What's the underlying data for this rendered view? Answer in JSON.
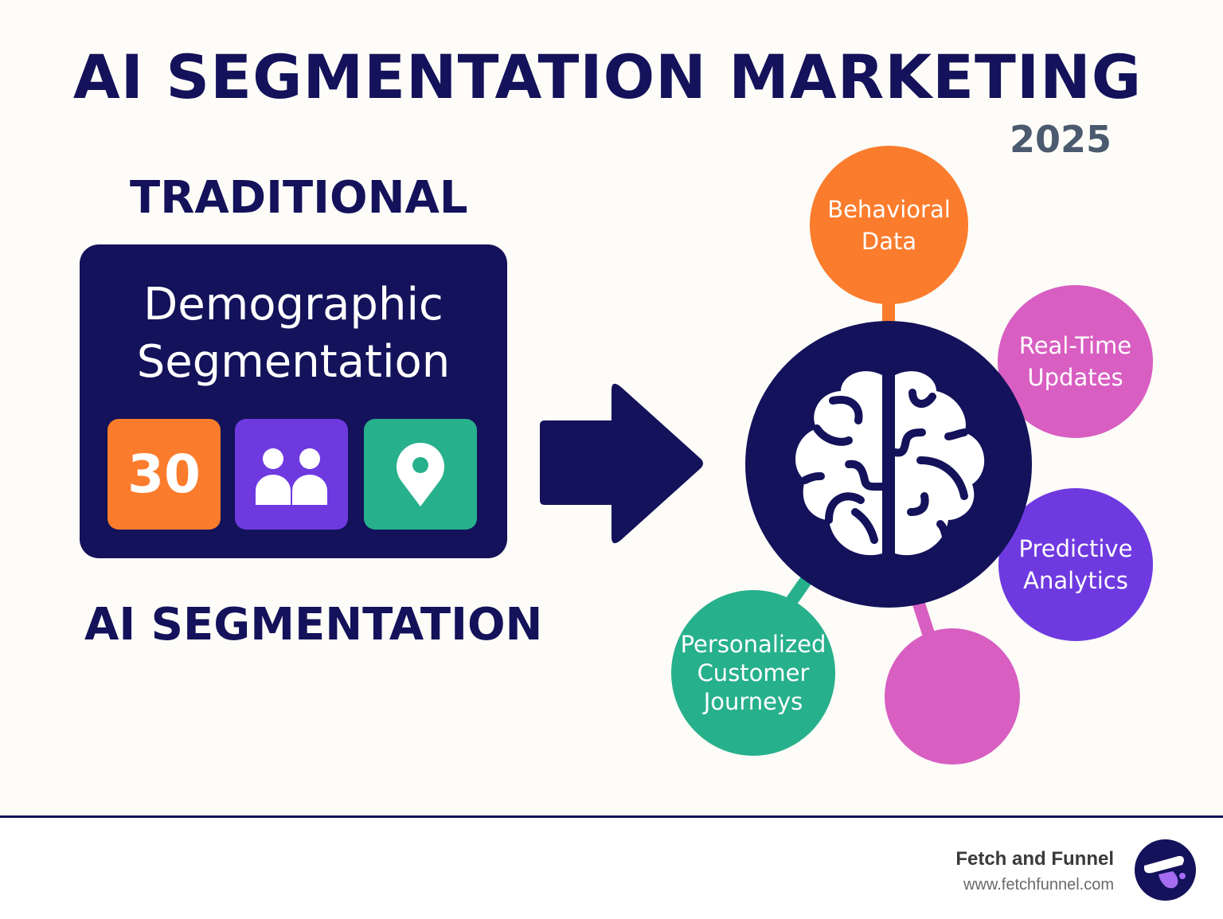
{
  "header": {
    "title": "AI SEGMENTATION MARKETING",
    "year": "2025"
  },
  "left": {
    "traditional_label": "TRADITIONAL",
    "box_title_line1": "Demographic",
    "box_title_line2": "Segmentation",
    "age_tile": "30",
    "ai_label": "AI SEGMENTATION"
  },
  "hub": {
    "nodes": [
      {
        "line1": "Behavioral",
        "line2": "Data"
      },
      {
        "line1": "Real-Time",
        "line2": "Updates"
      },
      {
        "line1": "Predictive",
        "line2": "Analytics"
      },
      {
        "line1": "Personalized",
        "line2": "Customer",
        "line3": "Journeys"
      }
    ]
  },
  "colors": {
    "navy": "#13125a",
    "orange": "#fb7c2c",
    "purple": "#6e3ae0",
    "green": "#27b08c",
    "pink": "#d85ec2"
  },
  "footer": {
    "brand": "Fetch and Funnel",
    "url": "www.fetchfunnel.com"
  }
}
